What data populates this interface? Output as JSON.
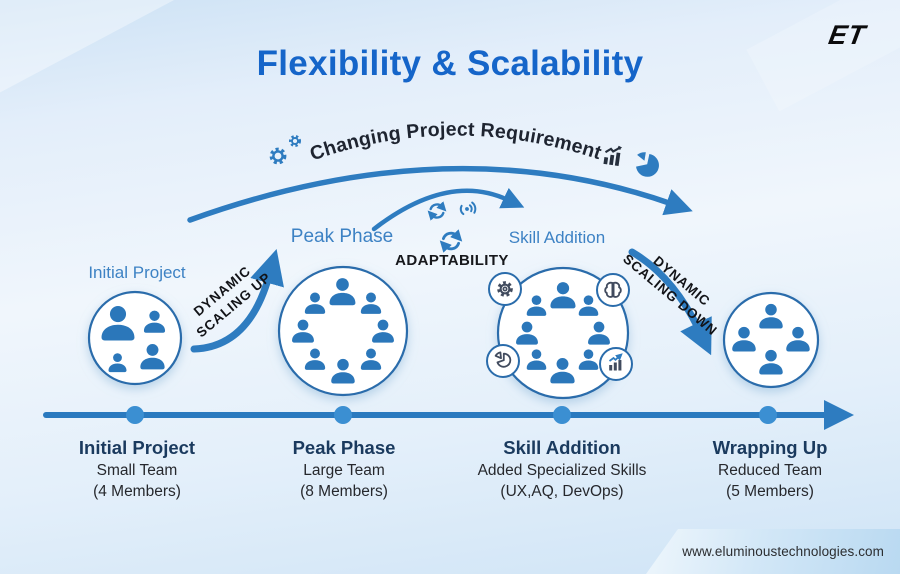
{
  "header": {
    "title": "Flexibility & Scalability",
    "logo_text": "ET"
  },
  "banner": {
    "curved_label": "Changing Project Requirement"
  },
  "adaptability_label": "ADAPTABILITY",
  "scaling_up": {
    "line1": "DYNAMIC",
    "line2": "SCALING UP"
  },
  "scaling_down": {
    "line1": "DYNAMIC",
    "line2": "SCALING DOWN"
  },
  "phases": [
    {
      "top_label": "Initial Project",
      "heading": "Initial Project",
      "line1": "Small Team",
      "line2": "(4 Members)",
      "team_size": 4
    },
    {
      "top_label": "Peak Phase",
      "heading": "Peak Phase",
      "line1": "Large Team",
      "line2": "(8 Members)",
      "team_size": 8
    },
    {
      "top_label": "Skill Addition",
      "heading": "Skill Addition",
      "line1": "Added Specialized Skills",
      "line2": "(UX,AQ, DevOps)",
      "team_size": 8
    },
    {
      "top_label": "",
      "heading": "Wrapping Up",
      "line1": "Reduced Team",
      "line2": "(5 Members)",
      "team_size": 5
    }
  ],
  "footer": {
    "website": "www.eluminoustechnologies.com"
  },
  "colors": {
    "accent_blue": "#2e7cc0",
    "title_blue": "#1565c9",
    "navy_heading": "#1a3a5e",
    "text_dark": "#26282d",
    "icon_slate": "#414b5e"
  },
  "icons": [
    "gears-icon",
    "growth-chart-icon",
    "pie-chart-icon",
    "refresh-cycle-icon",
    "broadcast-icon",
    "gear-icon",
    "brain-icon",
    "person-icon"
  ]
}
